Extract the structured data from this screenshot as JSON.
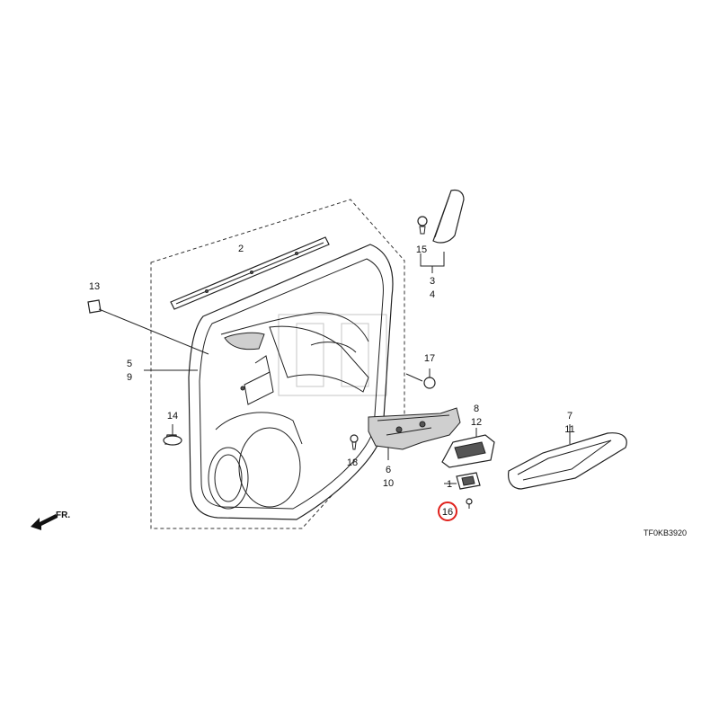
{
  "diagram": {
    "callouts": [
      {
        "id": "c1",
        "label": "1"
      },
      {
        "id": "c2",
        "label": "2"
      },
      {
        "id": "c3",
        "label": "3"
      },
      {
        "id": "c4",
        "label": "4"
      },
      {
        "id": "c5",
        "label": "5"
      },
      {
        "id": "c6",
        "label": "6"
      },
      {
        "id": "c7",
        "label": "7"
      },
      {
        "id": "c8",
        "label": "8"
      },
      {
        "id": "c9",
        "label": "9"
      },
      {
        "id": "c10",
        "label": "10"
      },
      {
        "id": "c11",
        "label": "11"
      },
      {
        "id": "c12",
        "label": "12"
      },
      {
        "id": "c13",
        "label": "13"
      },
      {
        "id": "c14",
        "label": "14"
      },
      {
        "id": "c15",
        "label": "15"
      },
      {
        "id": "c16",
        "label": "16"
      },
      {
        "id": "c17",
        "label": "17"
      },
      {
        "id": "c18",
        "label": "18"
      }
    ],
    "highlighted_callout": "16",
    "highlight_color": "#e0201b",
    "direction_label": "FR.",
    "drawing_code": "TF0KB3920"
  }
}
